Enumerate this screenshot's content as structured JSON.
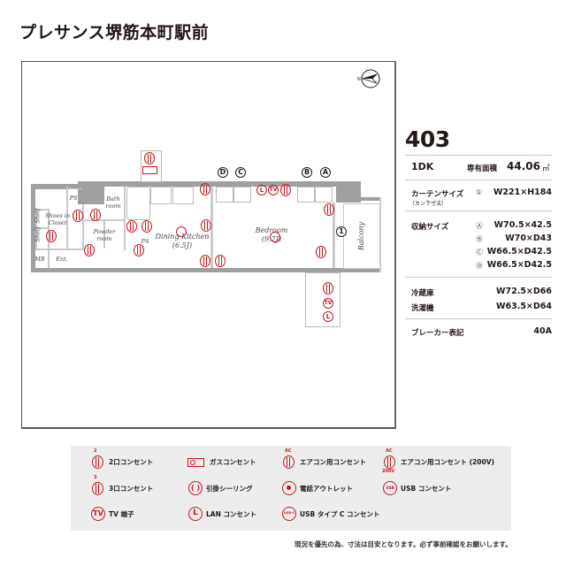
{
  "property": {
    "title": "プレサンス堺筋本町駅前"
  },
  "floor_plan": {
    "compass": {
      "icon": "north-arrow-icon",
      "label": "N"
    },
    "rooms": [
      {
        "id": "shoe",
        "label": "Shoes in Closet"
      },
      {
        "id": "shelf1",
        "label": "Shelf"
      },
      {
        "id": "shelf2",
        "label": "Shelf"
      },
      {
        "id": "ps1",
        "label": "PS"
      },
      {
        "id": "ps2",
        "label": "PS"
      },
      {
        "id": "mb",
        "label": "MB"
      },
      {
        "id": "ent",
        "label": "Ent."
      },
      {
        "id": "bath",
        "label": "Bath room"
      },
      {
        "id": "powder",
        "label": "Powder room"
      },
      {
        "id": "dk",
        "label": "Dining Kitchen",
        "size": "(6.5J)"
      },
      {
        "id": "bed",
        "label": "Bedroom",
        "size": "(9.7J)"
      },
      {
        "id": "balcony",
        "label": "Balcony"
      }
    ],
    "storage_markers": [
      "D",
      "C",
      "B",
      "A"
    ],
    "curtain_marker": "1",
    "icon_labels": {
      "tv": "TV",
      "lan": "L",
      "ac": "AC",
      "ac200": "200V"
    }
  },
  "unit_info": {
    "unit_number": "403",
    "layout": "1DK",
    "area_label": "専有面積",
    "area_value": "44.06",
    "area_unit": "㎡",
    "curtain": {
      "label": "カーテンサイズ",
      "sublabel": "（カン下寸法）",
      "items": [
        {
          "mark": "①",
          "value": "W221×H184"
        }
      ]
    },
    "storage": {
      "label": "収納サイズ",
      "items": [
        {
          "mark": "Ⓐ",
          "value": "W70.5×42.5"
        },
        {
          "mark": "Ⓑ",
          "value": "W70×D43"
        },
        {
          "mark": "Ⓒ",
          "value": "W66.5×D42.5"
        },
        {
          "mark": "Ⓓ",
          "value": "W66.5×D42.5"
        }
      ]
    },
    "fridge": {
      "label": "冷蔵庫",
      "value": "W72.5×D66"
    },
    "washer": {
      "label": "洗濯機",
      "value": "W63.5×D64"
    },
    "breaker": {
      "label": "ブレーカー表記",
      "value": "40A"
    }
  },
  "legend": {
    "items": [
      {
        "icon": "outlet-2-icon",
        "label": "2口コンセント",
        "sup": "2"
      },
      {
        "icon": "gas-outlet-icon",
        "label": "ガスコンセント"
      },
      {
        "icon": "ac-outlet-icon",
        "label": "エアコン用コンセント",
        "sup": "AC"
      },
      {
        "icon": "ac-outlet-200v-icon",
        "label": "エアコン用コンセント (200V)",
        "sup": "AC",
        "sub": "200V"
      },
      {
        "icon": "outlet-3-icon",
        "label": "3口コンセント",
        "sup": "3"
      },
      {
        "icon": "ceiling-hook-icon",
        "label": "引掛シーリング"
      },
      {
        "icon": "phone-outlet-icon",
        "label": "電話アウトレット"
      },
      {
        "icon": "usb-outlet-icon",
        "label": "USB コンセント",
        "glyph": "USB"
      },
      {
        "icon": "tv-terminal-icon",
        "label": "TV 端子",
        "glyph": "TV"
      },
      {
        "icon": "lan-outlet-icon",
        "label": "LAN コンセント",
        "glyph": "L"
      },
      {
        "icon": "usb-c-outlet-icon",
        "label": "USB タイプ C コンセント",
        "glyph": "USB-C"
      }
    ]
  },
  "footer_note": "現況を優先の為、寸法は目安となります。必ず事前確認をお願いします。"
}
